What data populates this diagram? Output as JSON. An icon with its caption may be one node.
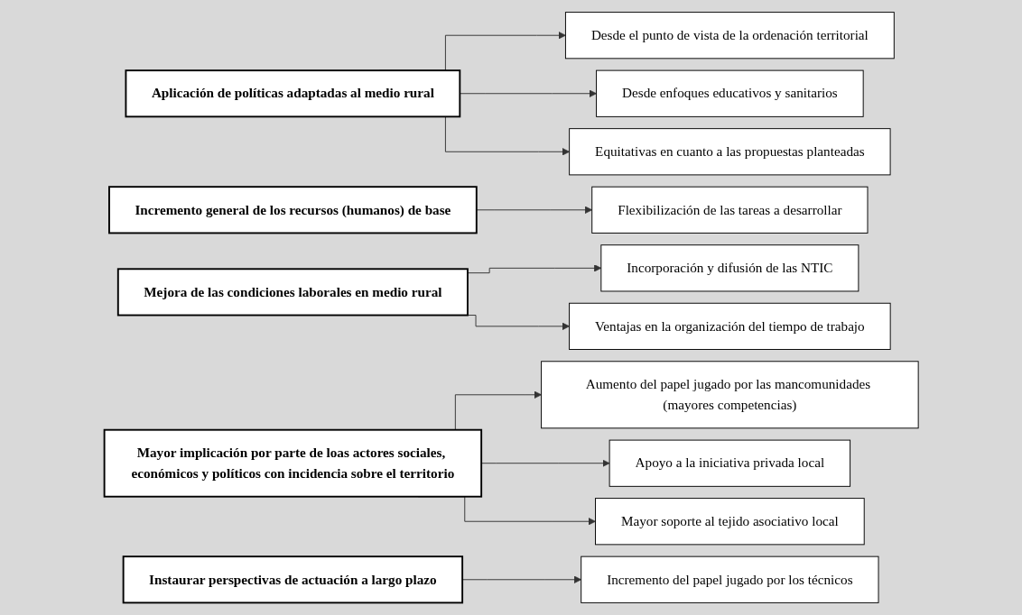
{
  "diagram": {
    "nodes": [
      {
        "text": [
          "Aplicación de políticas adaptadas al medio rural"
        ]
      },
      {
        "text": [
          "Desde el punto de vista de la ordenación territorial"
        ]
      },
      {
        "text": [
          "Desde enfoques educativos y sanitarios"
        ]
      },
      {
        "text": [
          "Equitativas en cuanto a las propuestas planteadas"
        ]
      },
      {
        "text": [
          "Incremento general de los recursos (humanos) de base"
        ]
      },
      {
        "text": [
          "Flexibilización de las tareas a desarrollar"
        ]
      },
      {
        "text": [
          "Mejora de las condiciones laborales en medio rural"
        ]
      },
      {
        "text": [
          "Incorporación y difusión de las NTIC"
        ]
      },
      {
        "text": [
          "Ventajas en la organización del tiempo de trabajo"
        ]
      },
      {
        "text": [
          "Mayor implicación por parte de loas actores sociales, económicos y políticos con incidencia sobre el territorio"
        ]
      },
      {
        "text": [
          "Aumento del papel jugado por las mancomunidades (mayores competencias)"
        ]
      },
      {
        "text": [
          "Apoyo a la iniciativa privada local"
        ]
      },
      {
        "text": [
          "Mayor soporte al tejido asociativo local"
        ]
      },
      {
        "text": [
          "Instaurar perspectivas de actuación a largo plazo"
        ]
      },
      {
        "text": [
          "Incremento del papel jugado por los técnicos"
        ]
      }
    ],
    "edges": [
      {
        "from": 0,
        "to": 1,
        "arrow": "to"
      },
      {
        "from": 0,
        "to": 2,
        "arrow": "to"
      },
      {
        "from": 0,
        "to": 3,
        "arrow": "to"
      },
      {
        "from": 4,
        "to": 5,
        "arrow": "to"
      },
      {
        "from": 6,
        "to": 7,
        "arrow": "to"
      },
      {
        "from": 6,
        "to": 8,
        "arrow": "to"
      },
      {
        "from": 9,
        "to": 10,
        "arrow": "to"
      },
      {
        "from": 9,
        "to": 11,
        "arrow": "to"
      },
      {
        "from": 9,
        "to": 12,
        "arrow": "to"
      },
      {
        "from": 13,
        "to": 14,
        "arrow": "to"
      }
    ]
  }
}
